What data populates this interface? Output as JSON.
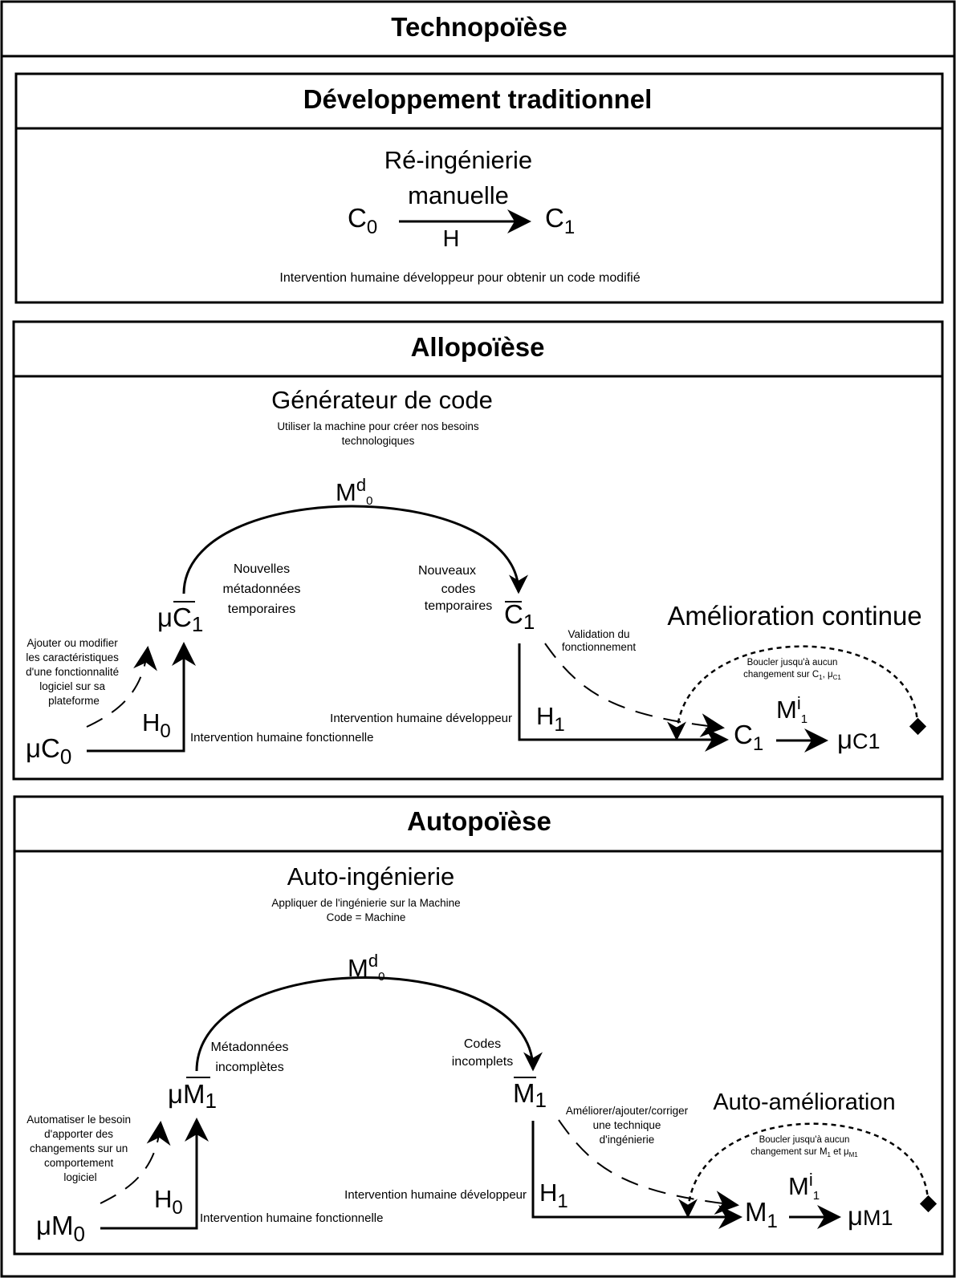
{
  "title": "Technopoïèse",
  "traditional": {
    "header": "Développement traditionnel",
    "subtitle_line1": "Ré-ingénierie",
    "subtitle_line2": "manuelle",
    "c0": "C",
    "c0_sub": "0",
    "arrow_label": "H",
    "c1": "C",
    "c1_sub": "1",
    "caption": "Intervention humaine développeur pour obtenir un code modifié"
  },
  "allo": {
    "header": "Allopoïèse",
    "subtitle": "Générateur de code",
    "desc_line1": "Utiliser la machine pour créer nos besoins",
    "desc_line2": "technologiques",
    "md_base": "M",
    "md_sup": "d",
    "md_sub": "0",
    "meta_l1": "Nouvelles",
    "meta_l2": "métadonnées",
    "meta_l3": "temporaires",
    "codes_l1": "Nouveaux",
    "codes_l2": "codes",
    "codes_l3": "temporaires",
    "uc1_mu": "μ",
    "uc1_c": "C",
    "uc1_sub": "1",
    "c1bar": "C",
    "c1bar_sub": "1",
    "uc0": "μC",
    "uc0_sub": "0",
    "h0": "H",
    "h0_sub": "0",
    "h1": "H",
    "h1_sub": "1",
    "left_note": [
      "Ajouter ou modifier",
      "les caractéristiques",
      "d'une fonctionnalité",
      "logiciel sur sa",
      "plateforme"
    ],
    "human_functional": "Intervention humaine fonctionnelle",
    "human_dev": "Intervention humaine développeur",
    "validation_l1": "Validation du",
    "validation_l2": "fonctionnement",
    "amelioration": "Amélioration continue",
    "loop_l1": "Boucler jusqu'à aucun",
    "loop_l2": "changement sur C",
    "loop_l2_sub1": "1",
    "loop_l2_mid": ", μ",
    "loop_l2_sub2": "C1",
    "c1": "C",
    "c1_sub": "1",
    "mi_base": "M",
    "mi_sup": "i",
    "mi_sub": "1",
    "uc1out": "μ",
    "uc1out_sub": "C1"
  },
  "auto": {
    "header": "Autopoïèse",
    "subtitle": "Auto-ingénierie",
    "desc_line1": "Appliquer de l'ingénierie sur la Machine",
    "desc_line2": "Code = Machine",
    "md_base": "M",
    "md_sup": "d",
    "md_sub": "0",
    "meta_l1": "Métadonnées",
    "meta_l2": "incomplètes",
    "codes_l1": "Codes",
    "codes_l2": "incomplets",
    "um1_mu": "μ",
    "um1_m": "M",
    "um1_sub": "1",
    "m1bar": "M",
    "m1bar_sub": "1",
    "um0": "μM",
    "um0_sub": "0",
    "h0": "H",
    "h0_sub": "0",
    "h1": "H",
    "h1_sub": "1",
    "left_note": [
      "Automatiser le besoin",
      "d'apporter des",
      "changements sur un",
      "comportement",
      "logiciel"
    ],
    "human_functional": "Intervention humaine fonctionnelle",
    "human_dev": "Intervention humaine développeur",
    "improve_l1": "Améliorer/ajouter/corriger",
    "improve_l2": "une technique",
    "improve_l3": "d'ingénierie",
    "amelioration": "Auto-amélioration",
    "loop_l1": "Boucler jusqu'à aucun",
    "loop_l2": "changement sur M",
    "loop_l2_sub1": "1",
    "loop_l2_mid": " et μ",
    "loop_l2_sub2": "M1",
    "m1": "M",
    "m1_sub": "1",
    "mi_base": "M",
    "mi_sup": "i",
    "mi_sub": "1",
    "um1out": "μ",
    "um1out_sub": "M1"
  }
}
